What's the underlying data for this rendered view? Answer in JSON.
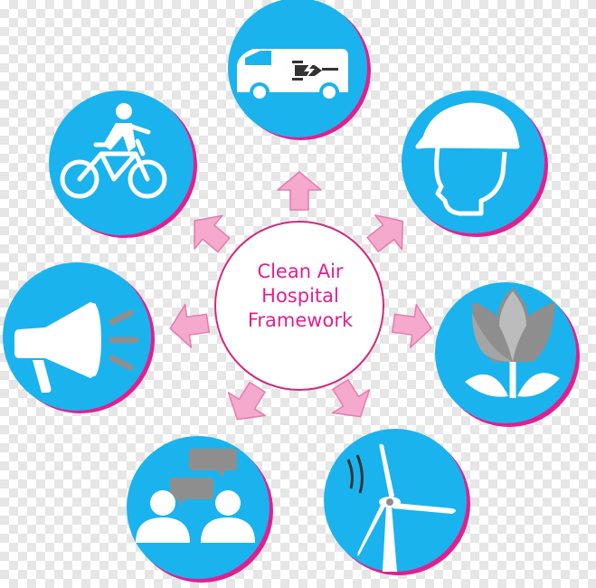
{
  "colors": {
    "circle_fill": "#1ab3ee",
    "circle_shadow": "#e0208f",
    "arrow_fill": "#f4a9cd",
    "arrow_stroke": "#e57bb0",
    "center_ring": "#d1287f",
    "title_text": "#e0208f",
    "icon_white": "#ffffff",
    "icon_grey": "#8e8e8e"
  },
  "center": {
    "title_lines": [
      "Clean Air",
      "Hospital",
      "Framework"
    ]
  },
  "nodes": [
    {
      "id": "ev-van",
      "icon": "electric-van-icon"
    },
    {
      "id": "worker",
      "icon": "hard-hat-head-icon"
    },
    {
      "id": "nature",
      "icon": "tulip-icon"
    },
    {
      "id": "energy",
      "icon": "wind-turbine-icon"
    },
    {
      "id": "community",
      "icon": "people-speech-icon"
    },
    {
      "id": "communication",
      "icon": "megaphone-icon"
    },
    {
      "id": "active-travel",
      "icon": "cyclist-icon"
    }
  ]
}
